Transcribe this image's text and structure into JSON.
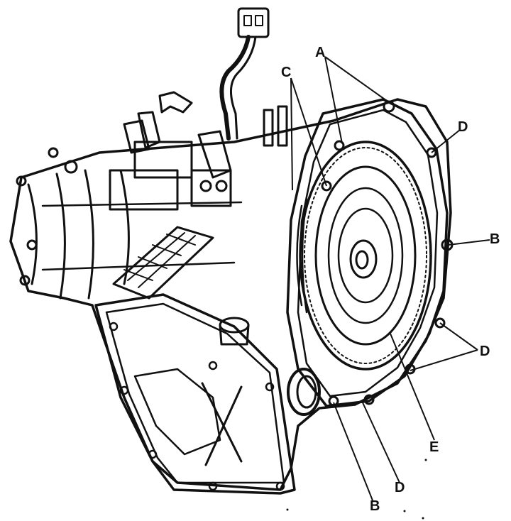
{
  "callouts": {
    "a": "A",
    "b_right": "B",
    "b_bottom": "B",
    "c": "C",
    "d_top": "D",
    "d_right": "D",
    "d_bottom": "D",
    "e": "E"
  },
  "colors": {
    "ink": "#111111",
    "paper": "#ffffff"
  }
}
